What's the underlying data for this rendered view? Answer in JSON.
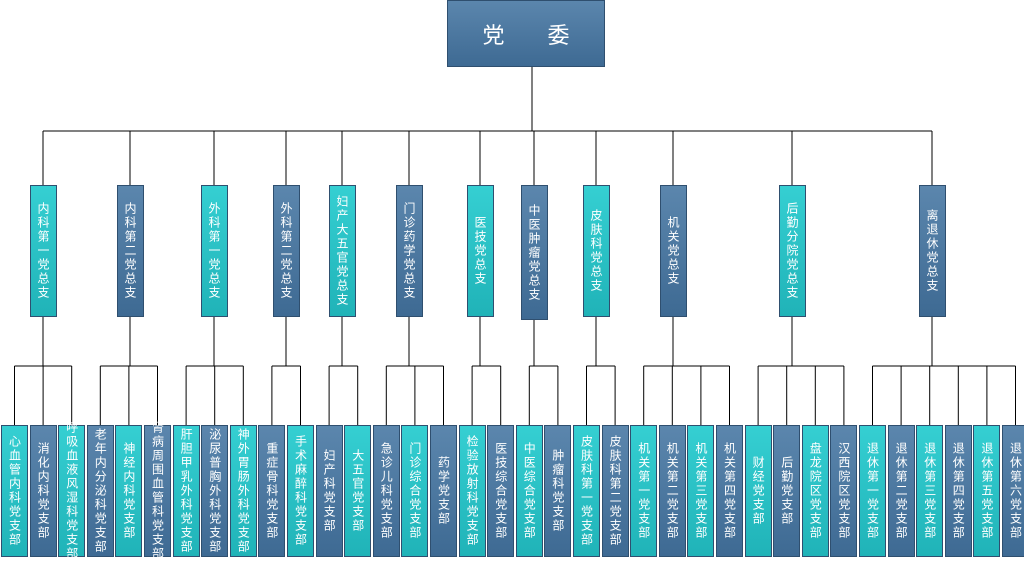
{
  "root": {
    "label": "党  委"
  },
  "groups": [
    {
      "label": "内科第一党总支",
      "style": "teal",
      "children": [
        {
          "label": "心血管内科党支部",
          "style": "teal"
        },
        {
          "label": "消化内科党支部",
          "style": "blue"
        },
        {
          "label": "呼吸血液风湿科党支部",
          "style": "teal"
        }
      ]
    },
    {
      "label": "内科第二党总支",
      "style": "blue",
      "children": [
        {
          "label": "老年内分泌科党支部",
          "style": "blue"
        },
        {
          "label": "神经内科党支部",
          "style": "teal"
        },
        {
          "label": "肾病周围血管科党支部",
          "style": "blue"
        }
      ]
    },
    {
      "label": "外科第一党总支",
      "style": "teal",
      "children": [
        {
          "label": "肝胆甲乳外科党支部",
          "style": "teal"
        },
        {
          "label": "泌尿普胸外科党支部",
          "style": "blue"
        },
        {
          "label": "神外胃肠外科党支部",
          "style": "teal"
        }
      ]
    },
    {
      "label": "外科第二党总支",
      "style": "blue",
      "children": [
        {
          "label": "重症骨科党支部",
          "style": "blue"
        },
        {
          "label": "手术麻醉科党支部",
          "style": "teal"
        }
      ]
    },
    {
      "label": "妇产大五官党总支",
      "style": "teal",
      "children": [
        {
          "label": "妇产科党支部",
          "style": "blue"
        },
        {
          "label": "大五官党支部",
          "style": "teal"
        }
      ]
    },
    {
      "label": "门诊药学党总支",
      "style": "blue",
      "children": [
        {
          "label": "急诊儿科党支部",
          "style": "blue"
        },
        {
          "label": "门诊综合党支部",
          "style": "teal"
        },
        {
          "label": "药学党支部",
          "style": "blue"
        }
      ]
    },
    {
      "label": "医技党总支",
      "style": "teal",
      "children": [
        {
          "label": "检验放射科党支部",
          "style": "teal"
        },
        {
          "label": "医技综合党支部",
          "style": "blue"
        }
      ]
    },
    {
      "label": "中医肿瘤党总支",
      "style": "blue",
      "children": [
        {
          "label": "中医综合党支部",
          "style": "teal"
        },
        {
          "label": "肿瘤科党支部",
          "style": "blue"
        }
      ]
    },
    {
      "label": "皮肤科党总支",
      "style": "teal",
      "children": [
        {
          "label": "皮肤科第一党支部",
          "style": "teal"
        },
        {
          "label": "皮肤科第二党支部",
          "style": "blue"
        }
      ]
    },
    {
      "label": "机关党总支",
      "style": "blue",
      "children": [
        {
          "label": "机关第一党支部",
          "style": "teal"
        },
        {
          "label": "机关第二党支部",
          "style": "blue"
        },
        {
          "label": "机关第三党支部",
          "style": "teal"
        },
        {
          "label": "机关第四党支部",
          "style": "blue"
        }
      ]
    },
    {
      "label": "后勤分院党总支",
      "style": "teal",
      "children": [
        {
          "label": "财经党支部",
          "style": "teal"
        },
        {
          "label": "后勤党支部",
          "style": "blue"
        },
        {
          "label": "盘龙院区党支部",
          "style": "teal"
        },
        {
          "label": "汉西院区党支部",
          "style": "blue"
        }
      ]
    },
    {
      "label": "离退休党总支",
      "style": "blue",
      "children": [
        {
          "label": "退休第一党支部",
          "style": "teal"
        },
        {
          "label": "退休第二党支部",
          "style": "blue"
        },
        {
          "label": "退休第三党支部",
          "style": "teal"
        },
        {
          "label": "退休第四党支部",
          "style": "blue"
        },
        {
          "label": "退休第五党支部",
          "style": "teal"
        },
        {
          "label": "退休第六党支部",
          "style": "blue"
        }
      ]
    }
  ],
  "colors": {
    "teal": "#2cc3c7",
    "blue": "#4a76a0",
    "connector": "#000000"
  }
}
